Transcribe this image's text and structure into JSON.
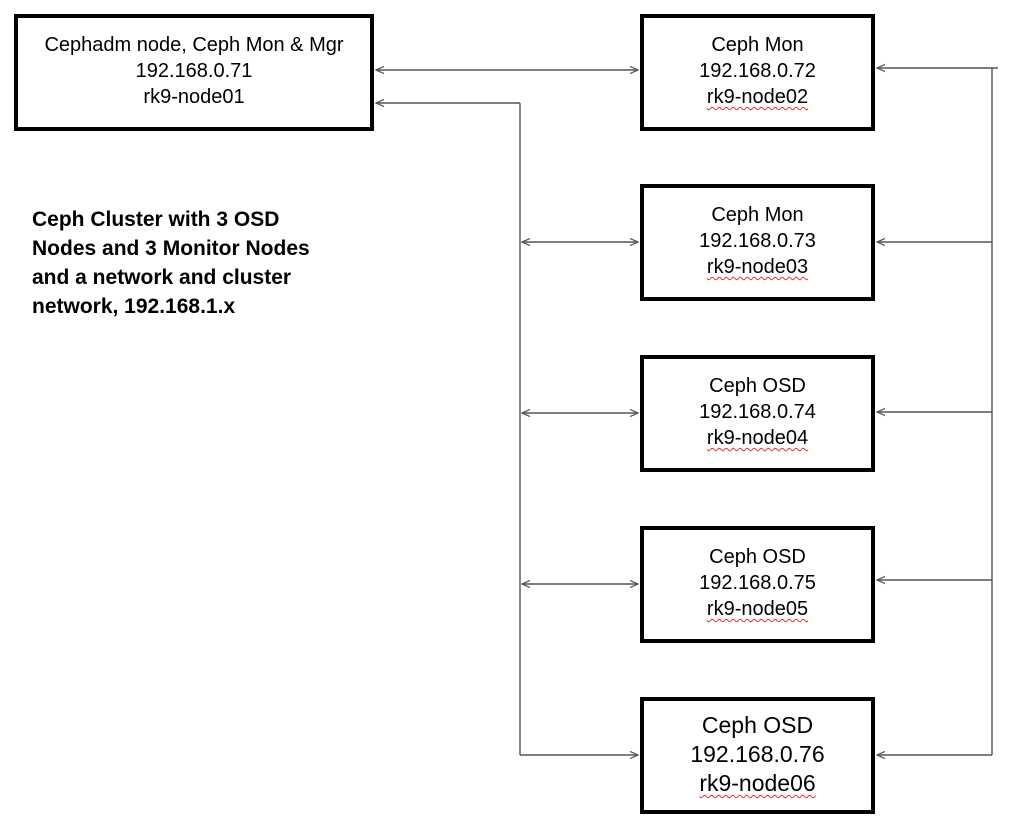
{
  "nodes": [
    {
      "role": "Cephadm node, Ceph Mon & Mgr",
      "ip": "192.168.0.71",
      "hostname": "rk9-node01"
    },
    {
      "role": "Ceph Mon",
      "ip": "192.168.0.72",
      "hostname": "rk9-node02"
    },
    {
      "role": "Ceph Mon",
      "ip": "192.168.0.73",
      "hostname": "rk9-node03"
    },
    {
      "role": "Ceph OSD",
      "ip": "192.168.0.74",
      "hostname": "rk9-node04"
    },
    {
      "role": "Ceph OSD",
      "ip": "192.168.0.75",
      "hostname": "rk9-node05"
    },
    {
      "role": "Ceph OSD",
      "ip": "192.168.0.76",
      "hostname": "rk9-node06"
    }
  ],
  "caption": {
    "lines": [
      "Ceph Cluster with 3 OSD",
      "Nodes and 3 Monitor Nodes",
      "and a network and cluster",
      "network, 192.168.1.x"
    ]
  },
  "colors": {
    "border": "#000000",
    "connector": "#555555",
    "spellcheck": "#e03030"
  }
}
